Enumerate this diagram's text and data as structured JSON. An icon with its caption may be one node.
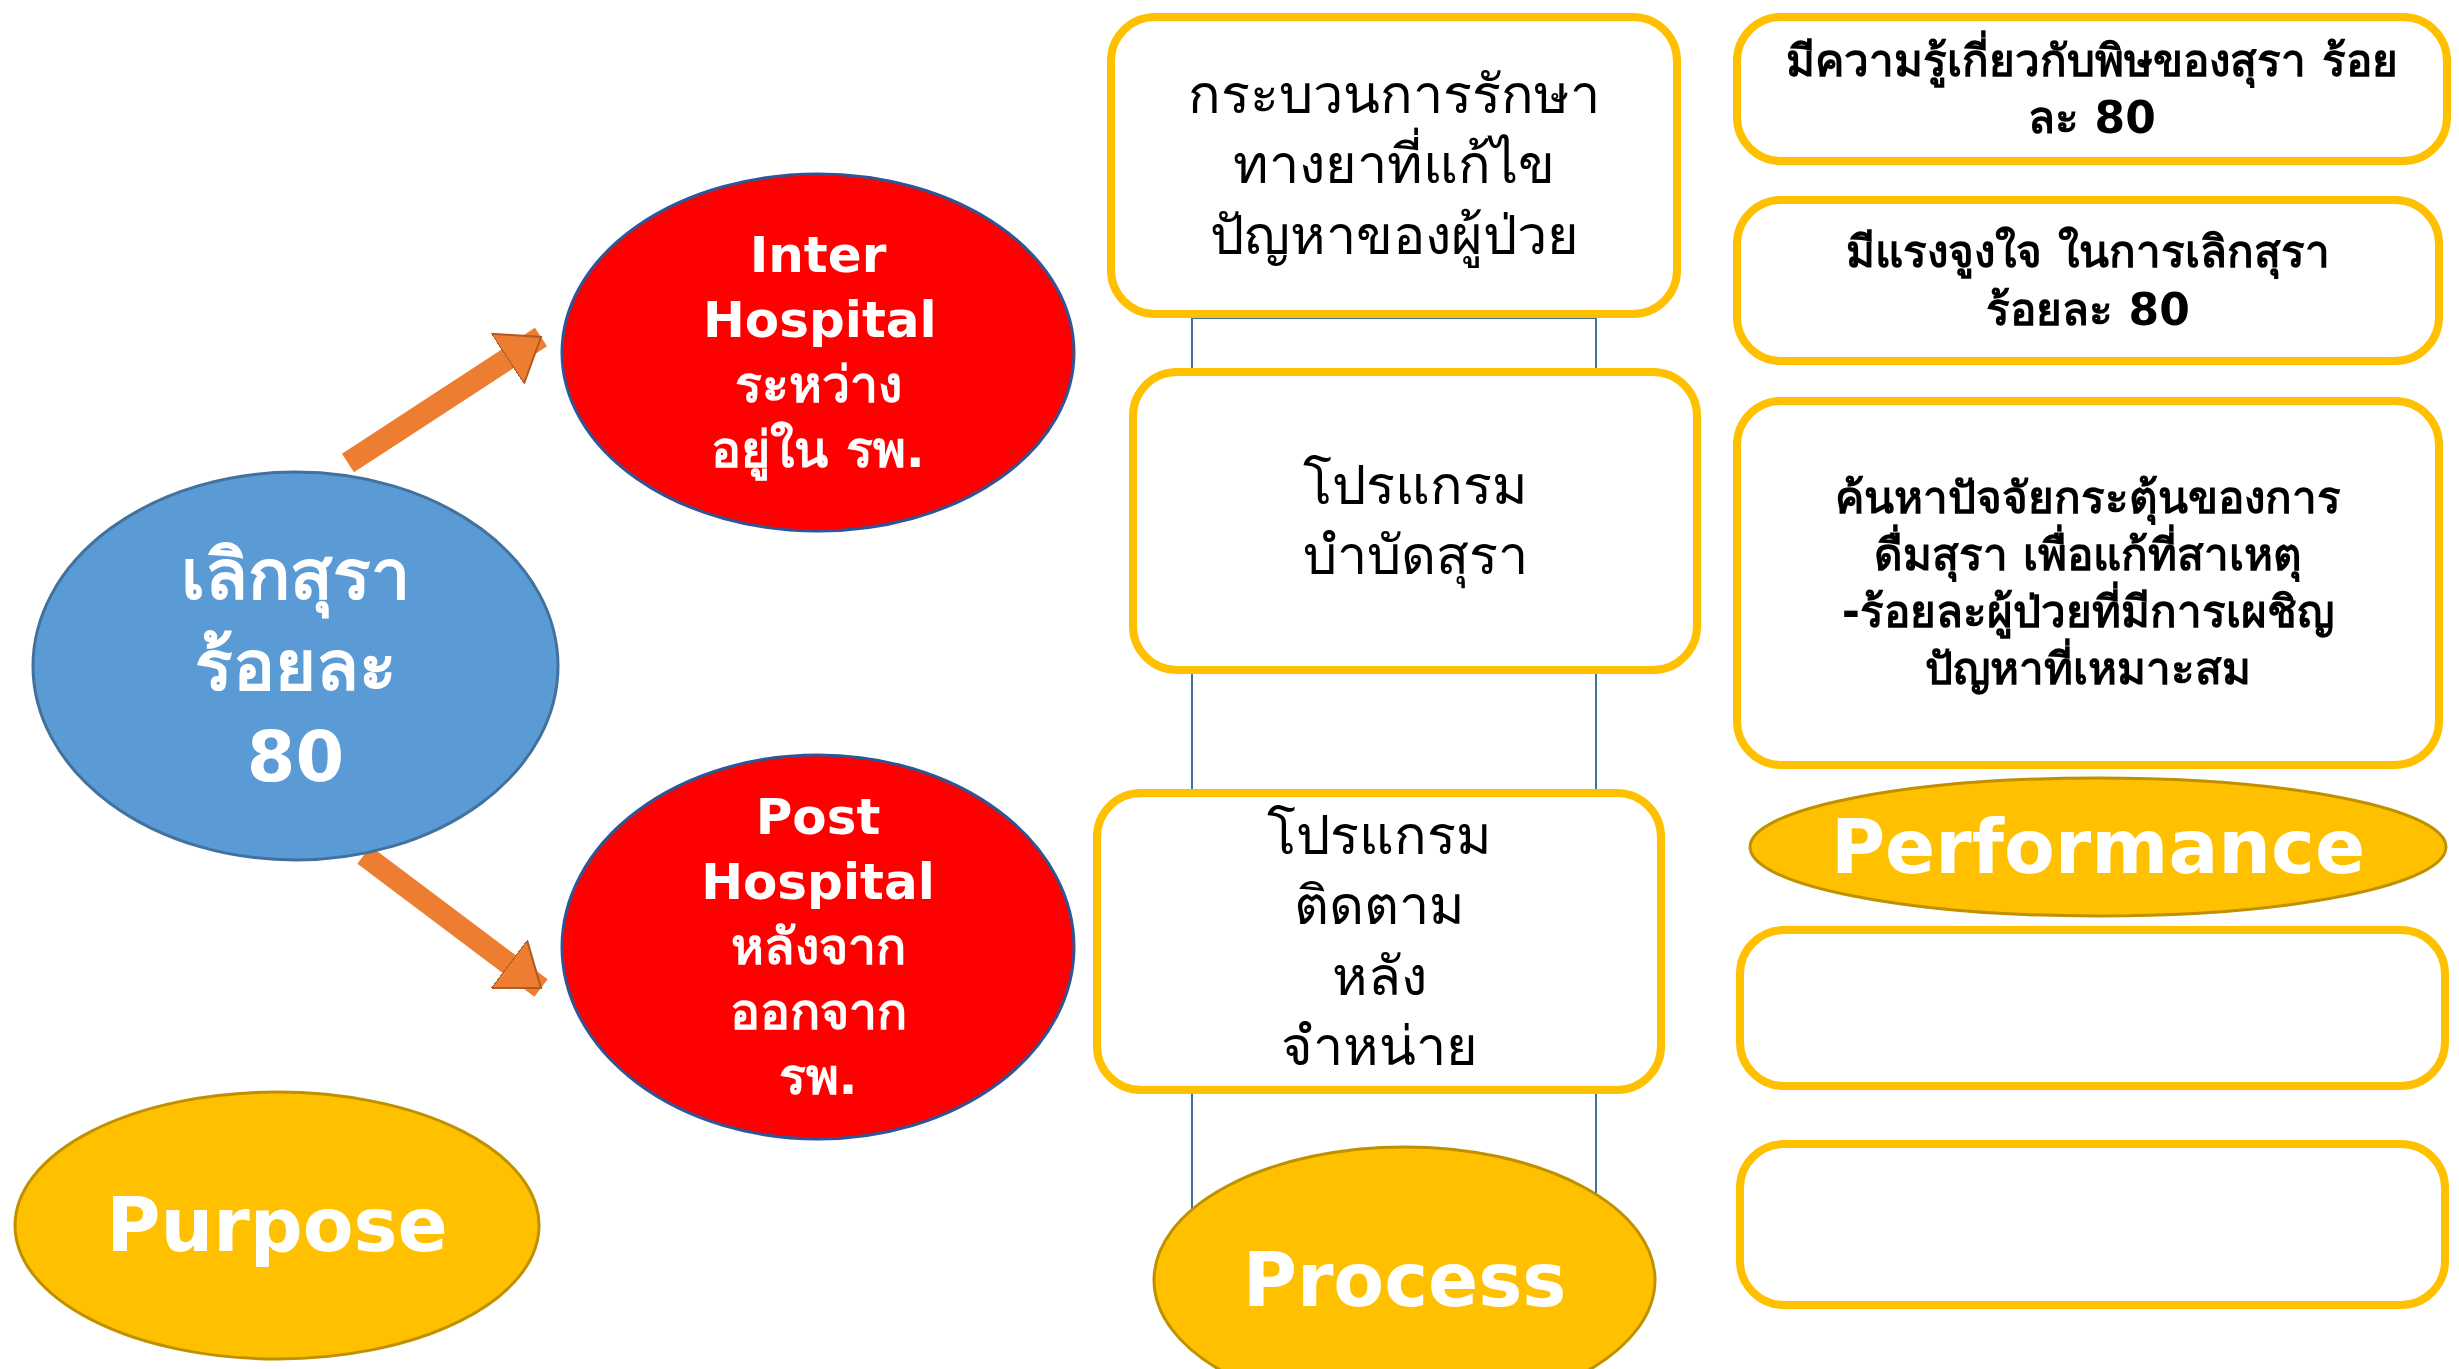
{
  "diagram": {
    "nodes": [
      {
        "text": [
          "เลิกสุรา ร้อยละ 80"
        ]
      },
      {
        "text": [
          "Inter Hospital ระหว่าง อยู่ใน รพ."
        ]
      },
      {
        "text": [
          "Post Hospital หลังจาก ออกจาก รพ."
        ]
      },
      {
        "text": [
          "Purpose"
        ]
      },
      {
        "text": [
          "กระบวนการรักษาทางยาที่แก้ไขปัญหาของผู้ป่วย"
        ]
      },
      {
        "text": [
          "โปรแกรมบำบัดสุรา"
        ]
      },
      {
        "text": [
          "โปรแกรมติดตามหลังจำหน่าย"
        ]
      },
      {
        "text": [
          "Process"
        ]
      },
      {
        "text": [
          "มีความรู้เกี่ยวกับพิษของสุรา ร้อยละ 80"
        ]
      },
      {
        "text": [
          "มีแรงจูงใจ ในการเลิกสุรา ร้อยละ 80"
        ]
      },
      {
        "text": [
          "ค้นหาปัจจัยกระตุ้นของการดื่มสุรา เพื่อแก้ที่สาเหตุ",
          "-ร้อยละผู้ป่วยที่มีการเผชิญปัญหาที่เหมาะสม"
        ]
      },
      {
        "text": [
          "Performance"
        ]
      },
      {
        "text": [],
        "shape": "box"
      },
      {
        "text": [],
        "shape": "box"
      }
    ],
    "edges": [
      {
        "from": 0,
        "to": 1,
        "arrow": "to"
      },
      {
        "from": 0,
        "to": 2,
        "arrow": "to"
      }
    ]
  }
}
